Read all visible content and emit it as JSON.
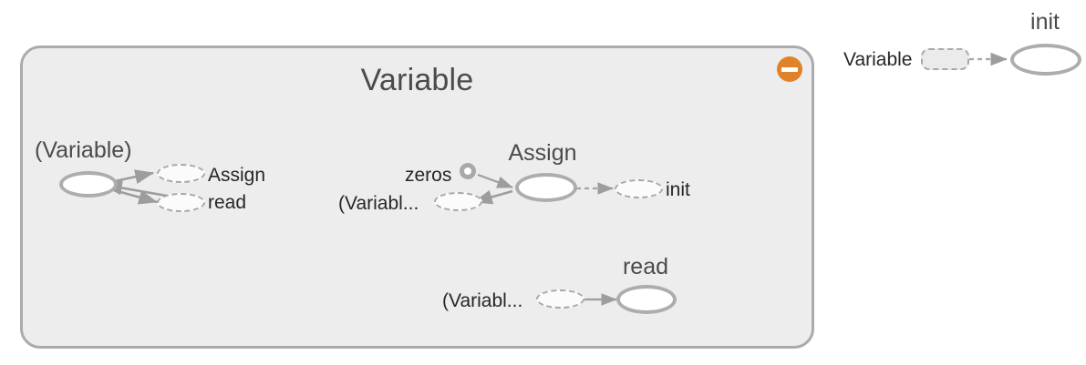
{
  "graph": {
    "scope": {
      "title": "Variable",
      "collapse_button_label": "–",
      "collapse_icon_name": "minus-circle-icon",
      "accent_color": "#e0822a",
      "fill_color": "#ededed",
      "border_color": "#ababab"
    },
    "clusters": {
      "left": {
        "source_label": "(Variable)",
        "targets": [
          {
            "label": "Assign"
          },
          {
            "label": "read"
          }
        ]
      },
      "middle": {
        "input_label": "zeros",
        "ref_in_label": "(Variabl...",
        "op_label": "Assign",
        "ref_out_label": "init"
      },
      "bottom": {
        "ref_in_label": "(Variabl...",
        "op_label": "read"
      }
    },
    "external": {
      "source_label": "Variable",
      "target_label": "init"
    }
  }
}
